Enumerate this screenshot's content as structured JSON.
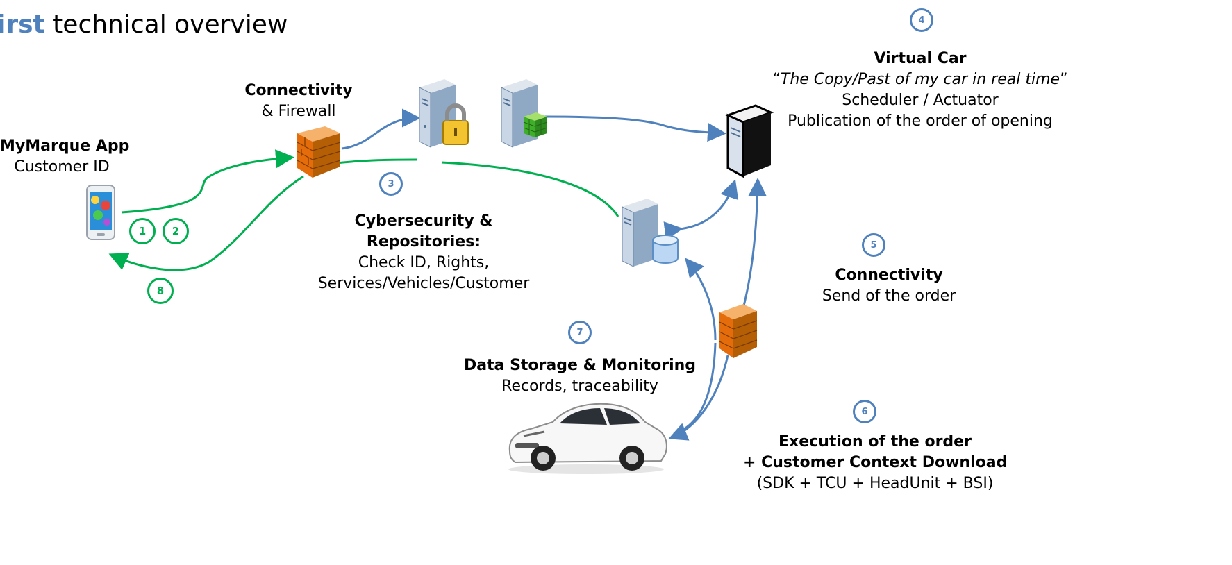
{
  "title": {
    "accent": "irst",
    "rest": " technical overview"
  },
  "app": {
    "heading": "MyMarque App",
    "sub": "Customer ID"
  },
  "connectivity_firewall": {
    "heading": "Connectivity",
    "sub": "& Firewall"
  },
  "cybersecurity": {
    "heading1": "Cybersecurity &",
    "heading2": "Repositories:",
    "line1": "Check ID, Rights,",
    "line2": "Services/Vehicles/Customer"
  },
  "virtual_car": {
    "heading": "Virtual Car",
    "quote_open": "“",
    "quote_text": "The Copy/Past of my car in real time",
    "quote_close": "”",
    "line1": "Scheduler / Actuator",
    "line2": "Publication of the order of opening"
  },
  "connectivity_send": {
    "heading": "Connectivity",
    "sub": "Send of the order"
  },
  "data_storage": {
    "heading": "Data Storage & Monitoring",
    "sub": "Records, traceability"
  },
  "execution": {
    "heading1": "Execution of the order",
    "heading2": "+ Customer Context  Download",
    "sub": "(SDK + TCU + HeadUnit  + BSI)"
  },
  "steps": {
    "s1": "1",
    "s2": "2",
    "s3": "3",
    "s4": "4",
    "s5": "5",
    "s6": "6",
    "s7": "7",
    "s8": "8"
  },
  "colors": {
    "blue": "#4f81bd",
    "green": "#00b050",
    "firewall": "#e46c0a"
  },
  "icons": [
    "smartphone-icon",
    "firewall-icon",
    "secure-server-icon",
    "data-server-icon",
    "virtual-car-server-icon",
    "database-server-icon",
    "car-icon"
  ]
}
